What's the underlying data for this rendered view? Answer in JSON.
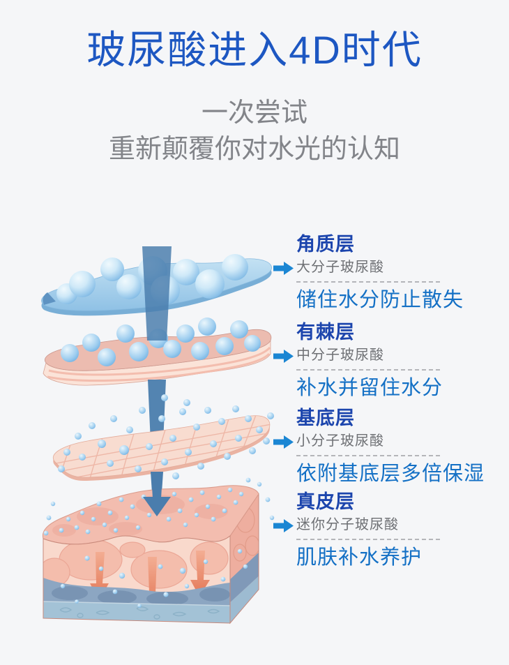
{
  "page": {
    "title": "玻尿酸进入4D时代",
    "subtitle_line1": "一次尝试",
    "subtitle_line2": "重新颠覆你对水光的认知"
  },
  "annotations": {
    "items": [
      {
        "layer_name": "角质层",
        "molecule": "大分子玻尿酸",
        "benefit": "储住水分防止散失"
      },
      {
        "layer_name": "有棘层",
        "molecule": "中分子玻尿酸",
        "benefit": "补水并留住水分"
      },
      {
        "layer_name": "基底层",
        "molecule": "小分子玻尿酸",
        "benefit": "依附基底层多倍保湿"
      },
      {
        "layer_name": "真皮层",
        "molecule": "迷你分子玻尿酸",
        "benefit": "肌肤补水养护"
      }
    ]
  },
  "colors": {
    "page_bg": "#f5f6f8",
    "title_blue": "#1d57c2",
    "subtitle_gray": "#828489",
    "heading_blue": "#1c45ad",
    "note_gray": "#6e7074",
    "benefit_blue": "#1470c5",
    "arrow_blue": "#1b86d3",
    "dash_gray": "#b4b5b9",
    "sphere_blue": "#7cb8e4",
    "injection_arrow_blue": "#4a7dad",
    "skin_pink": "#f3bdaf",
    "dermis_blue_gray": "#8ca6c2"
  }
}
